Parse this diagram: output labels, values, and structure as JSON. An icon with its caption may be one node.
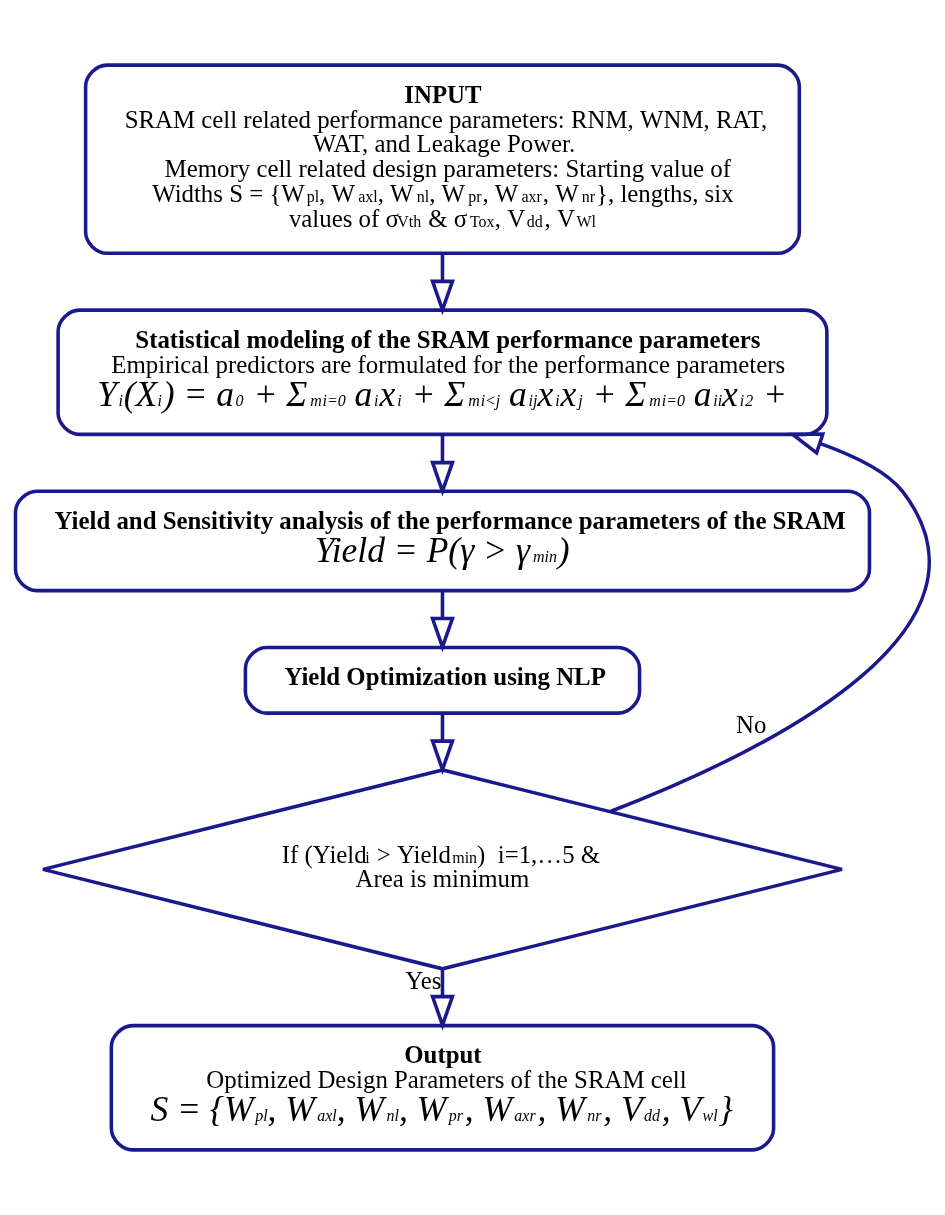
{
  "diagram": {
    "nodes": [
      {
        "text": [
          "INPUT",
          "SRAM cell related performance parameters: RNM, WNM, RAT, WAT, and Leakage Power.",
          "Memory cell related design parameters: Starting value of Widths S = {W$_{pl}$, W$_{axl}$, W$_{nl}$, W$_{pr}$, W$_{axr}$, W$_{nr}$}, lengths, six values of σ$_{Vth}$ & σ$_{Tox}$, V$_{dd}$, V$_{Wl}$"
        ]
      },
      {
        "text": [
          "Statistical modeling of the SRAM performance parameters",
          "Empirical predictors are formulated for the performance parameters",
          "Y$_{i}$(X$_{i}$) = a$_{0}$ + Σ$^{m}$$_{i=0}$ a$_{i}$x$_{i}$ + Σ$^{m}$$_{i<j}$ a$_{ij}$x$_{i}$x$_{j}$ + Σ$^{m}$$_{i=0}$ a$_{ii}$x$_{i}$$^{2}$ +"
        ]
      },
      {
        "text": [
          "Yield and Sensitivity analysis of the performance parameters of the SRAM",
          "Yield = P(γ > γ$_{min}$)"
        ]
      },
      {
        "text": [
          "Yield Optimization using NLP"
        ]
      },
      {
        "text": [
          "If (Yield$_{i}$ > Yield$_{min}$)  i=1,…5 & Area is minimum"
        ]
      },
      {
        "text": [
          "Output",
          "Optimized Design Parameters of the SRAM cell",
          "S = {W$_{pl}$, W$_{axl}$, W$_{nl}$, W$_{pr}$, W$_{axr}$, W$_{nr}$, V$_{dd}$, V$_{wl}$}"
        ]
      }
    ],
    "edges": [
      {
        "from": 0,
        "to": 1,
        "arrow": "to"
      },
      {
        "from": 1,
        "to": 2,
        "arrow": "to"
      },
      {
        "from": 2,
        "to": 3,
        "arrow": "to"
      },
      {
        "from": 3,
        "to": 4,
        "arrow": "to"
      },
      {
        "from": 4,
        "to": 1,
        "arrow": "to",
        "label": "No"
      },
      {
        "from": 4,
        "to": 5,
        "arrow": "to",
        "label": "Yes"
      }
    ]
  }
}
